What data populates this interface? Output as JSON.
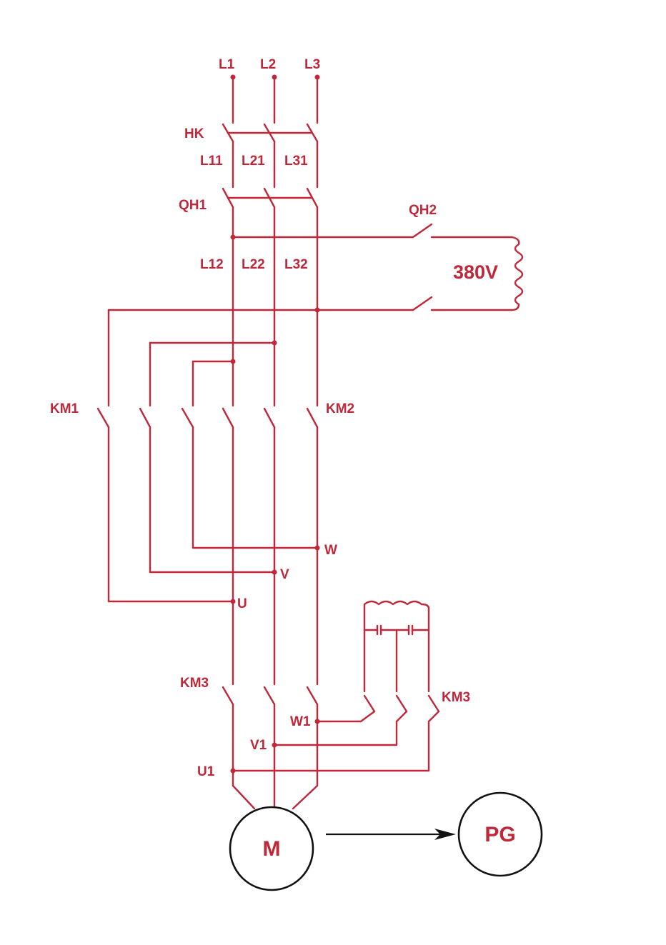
{
  "colors": {
    "wire": "#c0283a",
    "motor_outline": "#111111",
    "background": "#ffffff"
  },
  "labels": {
    "L1": "L1",
    "L2": "L2",
    "L3": "L3",
    "HK": "HK",
    "L11": "L11",
    "L21": "L21",
    "L31": "L31",
    "QH1": "QH1",
    "QH2": "QH2",
    "L12": "L12",
    "L22": "L22",
    "L32": "L32",
    "V380": "380V",
    "KM1": "KM1",
    "KM2": "KM2",
    "W": "W",
    "V": "V",
    "U": "U",
    "KM3_left": "KM3",
    "KM3_right": "KM3",
    "W1": "W1",
    "V1": "V1",
    "U1": "U1",
    "M": "M",
    "PG": "PG"
  }
}
